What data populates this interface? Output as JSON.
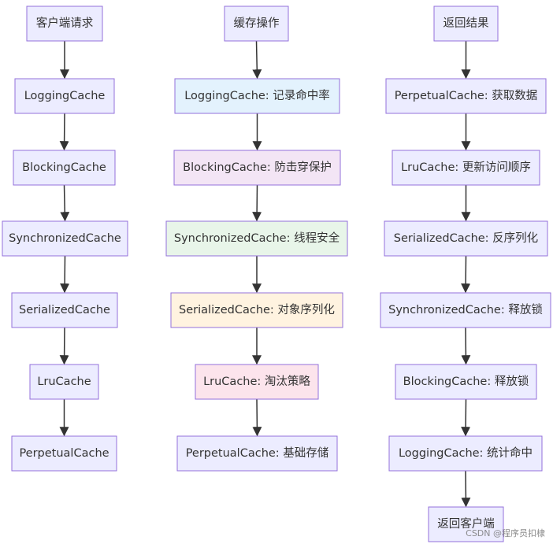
{
  "colors": {
    "default_fill": "#ececff",
    "default_stroke": "#9370db",
    "edge": "#333333",
    "text": "#333333"
  },
  "nodes": [
    {
      "id": "c1-1",
      "label": "客户端请求",
      "style": "default"
    },
    {
      "id": "c1-2",
      "label": "LoggingCache",
      "style": "default"
    },
    {
      "id": "c1-3",
      "label": "BlockingCache",
      "style": "default"
    },
    {
      "id": "c1-4",
      "label": "SynchronizedCache",
      "style": "default"
    },
    {
      "id": "c1-5",
      "label": "SerializedCache",
      "style": "default"
    },
    {
      "id": "c1-6",
      "label": "LruCache",
      "style": "default"
    },
    {
      "id": "c1-7",
      "label": "PerpetualCache",
      "style": "default"
    },
    {
      "id": "c2-1",
      "label": "缓存操作",
      "style": "default"
    },
    {
      "id": "c2-2",
      "label": "LoggingCache: 记录命中率",
      "style": "blue"
    },
    {
      "id": "c2-3",
      "label": "BlockingCache: 防击穿保护",
      "style": "purple"
    },
    {
      "id": "c2-4",
      "label": "SynchronizedCache: 线程安全",
      "style": "green"
    },
    {
      "id": "c2-5",
      "label": "SerializedCache: 对象序列化",
      "style": "orange"
    },
    {
      "id": "c2-6",
      "label": "LruCache: 淘汰策略",
      "style": "pink"
    },
    {
      "id": "c2-7",
      "label": "PerpetualCache: 基础存储",
      "style": "default"
    },
    {
      "id": "c3-1",
      "label": "返回结果",
      "style": "default"
    },
    {
      "id": "c3-2",
      "label": "PerpetualCache: 获取数据",
      "style": "default"
    },
    {
      "id": "c3-3",
      "label": "LruCache: 更新访问顺序",
      "style": "default"
    },
    {
      "id": "c3-4",
      "label": "SerializedCache: 反序列化",
      "style": "default"
    },
    {
      "id": "c3-5",
      "label": "SynchronizedCache: 释放锁",
      "style": "default"
    },
    {
      "id": "c3-6",
      "label": "BlockingCache: 释放锁",
      "style": "default"
    },
    {
      "id": "c3-7",
      "label": "LoggingCache: 统计命中",
      "style": "default"
    },
    {
      "id": "c3-8",
      "label": "返回客户端",
      "style": "default"
    }
  ],
  "styles": {
    "default": {
      "fill": "#ececff",
      "stroke": "#9370db"
    },
    "blue": {
      "fill": "#e3f2fd",
      "stroke": "#9370db"
    },
    "purple": {
      "fill": "#f3e5f5",
      "stroke": "#9370db"
    },
    "green": {
      "fill": "#e8f5e9",
      "stroke": "#9370db"
    },
    "orange": {
      "fill": "#fff3e0",
      "stroke": "#9370db"
    },
    "pink": {
      "fill": "#fce4ec",
      "stroke": "#9370db"
    }
  },
  "edges": [
    [
      "c1-1",
      "c1-2"
    ],
    [
      "c1-2",
      "c1-3"
    ],
    [
      "c1-3",
      "c1-4"
    ],
    [
      "c1-4",
      "c1-5"
    ],
    [
      "c1-5",
      "c1-6"
    ],
    [
      "c1-6",
      "c1-7"
    ],
    [
      "c2-1",
      "c2-2"
    ],
    [
      "c2-2",
      "c2-3"
    ],
    [
      "c2-3",
      "c2-4"
    ],
    [
      "c2-4",
      "c2-5"
    ],
    [
      "c2-5",
      "c2-6"
    ],
    [
      "c2-6",
      "c2-7"
    ],
    [
      "c3-1",
      "c3-2"
    ],
    [
      "c3-2",
      "c3-3"
    ],
    [
      "c3-3",
      "c3-4"
    ],
    [
      "c3-4",
      "c3-5"
    ],
    [
      "c3-5",
      "c3-6"
    ],
    [
      "c3-6",
      "c3-7"
    ],
    [
      "c3-7",
      "c3-8"
    ]
  ],
  "watermark": "CSDN @程序员扣棣"
}
